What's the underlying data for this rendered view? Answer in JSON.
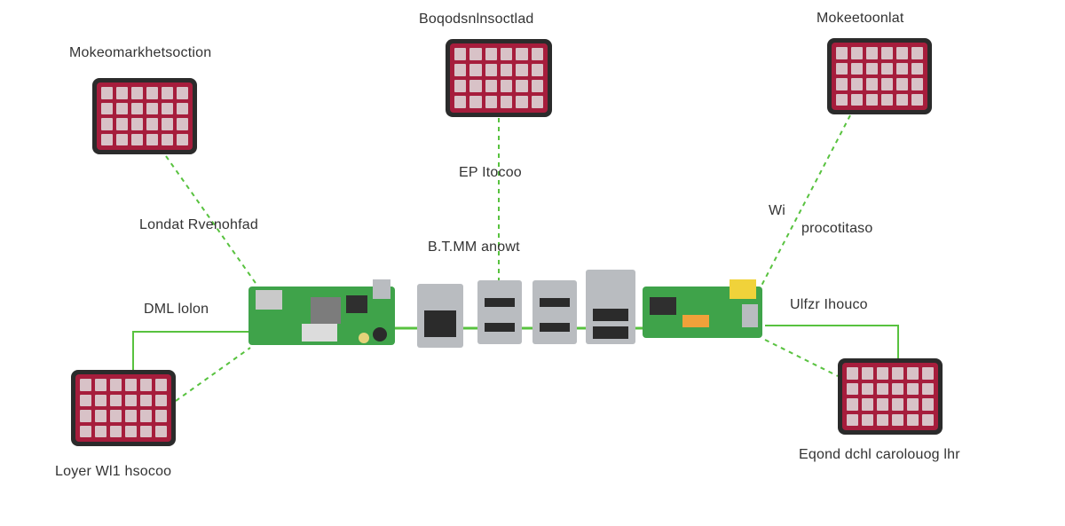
{
  "colors": {
    "link": "#58c23f",
    "module_body": "#a61d3c",
    "module_frame": "#2b2b2b",
    "pcb": "#3fa34a",
    "port_metal": "#b9bcc0"
  },
  "labels": {
    "top_center": "Boqodsnlnsoctlad",
    "top_right": "Mokeetoonlat",
    "top_left": "Mokeomarkhetsoction",
    "mid_center": "EP Itocoo",
    "left_mid": "Londat Rvenohfad",
    "center_bus": "B.T.MM anowt",
    "right_wi": "Wi",
    "right_mid": "procotitaso",
    "left_link": "DML lolon",
    "right_link": "Ulfzr Ihouco",
    "bottom_left": "Loyer Wl1 hsocoo",
    "bottom_right": "Eqond dchl carolouog lhr"
  },
  "icons": {
    "module": "keypad-module-icon",
    "board": "circuit-board-icon",
    "port": "usb-port-icon"
  }
}
